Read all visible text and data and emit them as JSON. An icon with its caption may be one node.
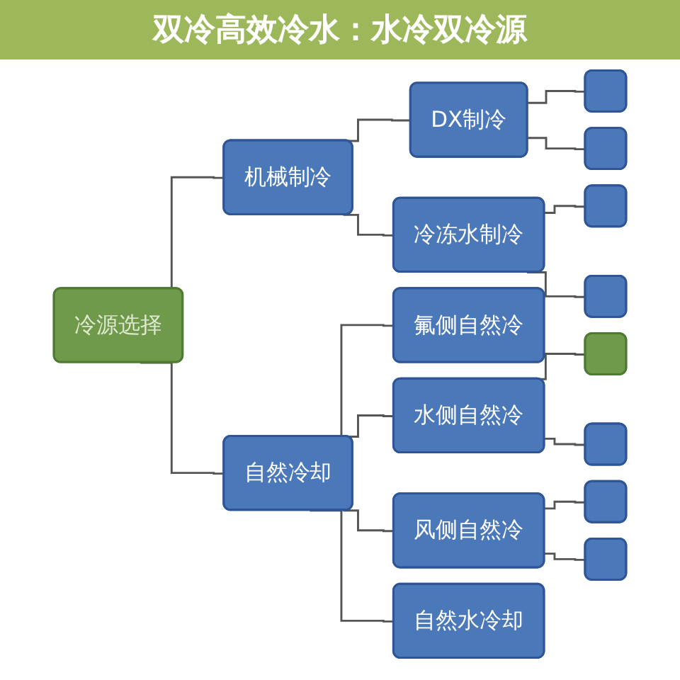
{
  "diagram": {
    "title": "双冷高效冷水：水冷双冷源",
    "nodes": [
      {
        "text": [
          "冷源选择"
        ]
      },
      {
        "text": [
          "机械制冷"
        ]
      },
      {
        "text": [
          "DX制冷"
        ]
      },
      {
        "text": [],
        "shape": "box"
      },
      {
        "text": [],
        "shape": "box"
      },
      {
        "text": [
          "冷冻水制冷"
        ]
      },
      {
        "text": [],
        "shape": "box"
      },
      {
        "text": [],
        "shape": "box"
      },
      {
        "text": [
          "自然冷却"
        ]
      },
      {
        "text": [
          "氟侧自然冷"
        ]
      },
      {
        "text": [
          "水侧自然冷"
        ]
      },
      {
        "text": [],
        "shape": "box"
      },
      {
        "text": [],
        "shape": "box"
      },
      {
        "text": [
          "风侧自然冷"
        ]
      },
      {
        "text": [],
        "shape": "box"
      },
      {
        "text": [],
        "shape": "box"
      },
      {
        "text": [
          "自然水冷却"
        ]
      }
    ],
    "edges": [
      {
        "from": 0,
        "to": 1,
        "arrow": "none"
      },
      {
        "from": 0,
        "to": 8,
        "arrow": "none"
      },
      {
        "from": 1,
        "to": 2,
        "arrow": "none"
      },
      {
        "from": 1,
        "to": 5,
        "arrow": "none"
      },
      {
        "from": 2,
        "to": 3,
        "arrow": "none"
      },
      {
        "from": 2,
        "to": 4,
        "arrow": "none"
      },
      {
        "from": 5,
        "to": 6,
        "arrow": "none"
      },
      {
        "from": 5,
        "to": 7,
        "arrow": "none"
      },
      {
        "from": 8,
        "to": 9,
        "arrow": "none"
      },
      {
        "from": 8,
        "to": 10,
        "arrow": "none"
      },
      {
        "from": 8,
        "to": 13,
        "arrow": "none"
      },
      {
        "from": 8,
        "to": 16,
        "arrow": "none"
      },
      {
        "from": 10,
        "to": 11,
        "arrow": "none"
      },
      {
        "from": 10,
        "to": 12,
        "arrow": "none"
      },
      {
        "from": 13,
        "to": 14,
        "arrow": "none"
      },
      {
        "from": 13,
        "to": 15,
        "arrow": "none"
      }
    ]
  }
}
